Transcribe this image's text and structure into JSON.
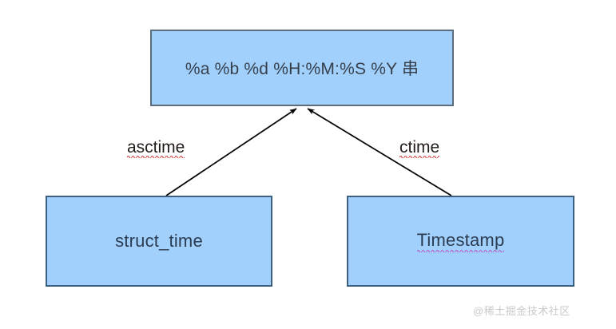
{
  "diagram": {
    "title_text": "%a %b %d %H:%M:%S %Y 串",
    "nodes": [
      {
        "id": "format-string",
        "label": "%a %b %d %H:%M:%S %Y 串",
        "fill": "#a2d0fd",
        "border": "#5c6c7c",
        "spellcheck_underline": "none"
      },
      {
        "id": "struct-time",
        "label": "struct_time",
        "fill": "#a2d0fd",
        "border": "#3d5f80",
        "spellcheck_underline": "none"
      },
      {
        "id": "timestamp",
        "label": "Timestamp",
        "fill": "#a2d0fd",
        "border": "#3d5f80",
        "spellcheck_underline": "magenta"
      }
    ],
    "edges": [
      {
        "id": "asctime",
        "label": "asctime",
        "from": "struct-time",
        "to": "format-string",
        "spellcheck_underline": "red"
      },
      {
        "id": "ctime",
        "label": "ctime",
        "from": "timestamp",
        "to": "format-string",
        "spellcheck_underline": "red"
      }
    ],
    "arrow_color": "#000000",
    "background": "#ffffff"
  },
  "watermark": {
    "text": "@稀土掘金技术社区",
    "color": "#c9c9c9"
  }
}
